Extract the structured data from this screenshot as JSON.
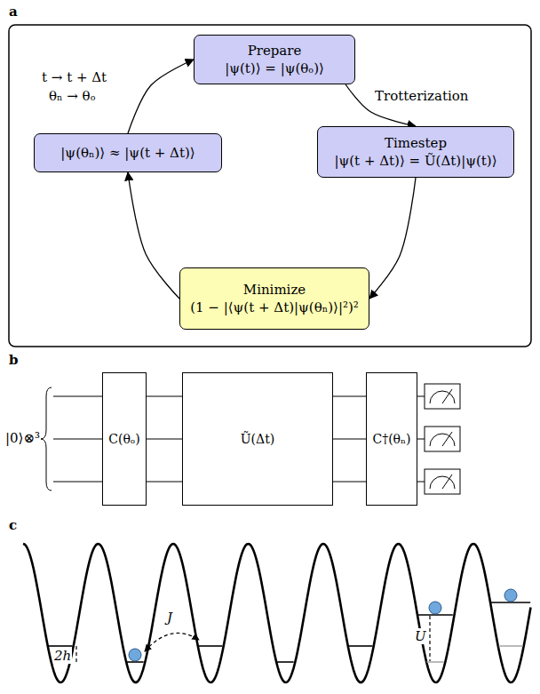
{
  "diagram": {
    "nodes": [
      {
        "text": [
          "Prepare",
          "|ψ(t)⟩ = |ψ(θₒ)⟩"
        ]
      },
      {
        "text": [
          "Timestep",
          "|ψ(t + Δt)⟩ = Ũ(Δt)|ψ(t)⟩"
        ]
      },
      {
        "text": [
          "Minimize",
          "(1 − |⟨ψ(t + Δt)|ψ(θₙ)⟩|²)²"
        ]
      },
      {
        "text": [
          "|ψ(θₙ)⟩ ≈ |ψ(t + Δt)⟩"
        ]
      },
      {
        "text": [
          "C(θₒ)"
        ]
      },
      {
        "text": [
          "Ũ(Δt)"
        ]
      },
      {
        "text": [
          "C†(θₙ)"
        ]
      }
    ],
    "edges": [
      {
        "from": 0,
        "to": 1,
        "arrow": "to",
        "label": "Trotterization"
      },
      {
        "from": 1,
        "to": 2,
        "arrow": "to"
      },
      {
        "from": 2,
        "to": 3,
        "arrow": "to"
      },
      {
        "from": 3,
        "to": 0,
        "arrow": "to",
        "label": "t → t + Δt"
      },
      {
        "from": 4,
        "to": 5,
        "arrow": "none"
      },
      {
        "from": 4,
        "to": 5,
        "arrow": "none"
      },
      {
        "from": 4,
        "to": 5,
        "arrow": "none"
      },
      {
        "from": 5,
        "to": 6,
        "arrow": "none"
      },
      {
        "from": 5,
        "to": 6,
        "arrow": "none"
      },
      {
        "from": 5,
        "to": 6,
        "arrow": "none"
      }
    ],
    "labels": [
      "a",
      "θₙ → θₒ",
      "b",
      "|0⟩⊗³",
      "c",
      "2h",
      "J",
      "U"
    ]
  }
}
